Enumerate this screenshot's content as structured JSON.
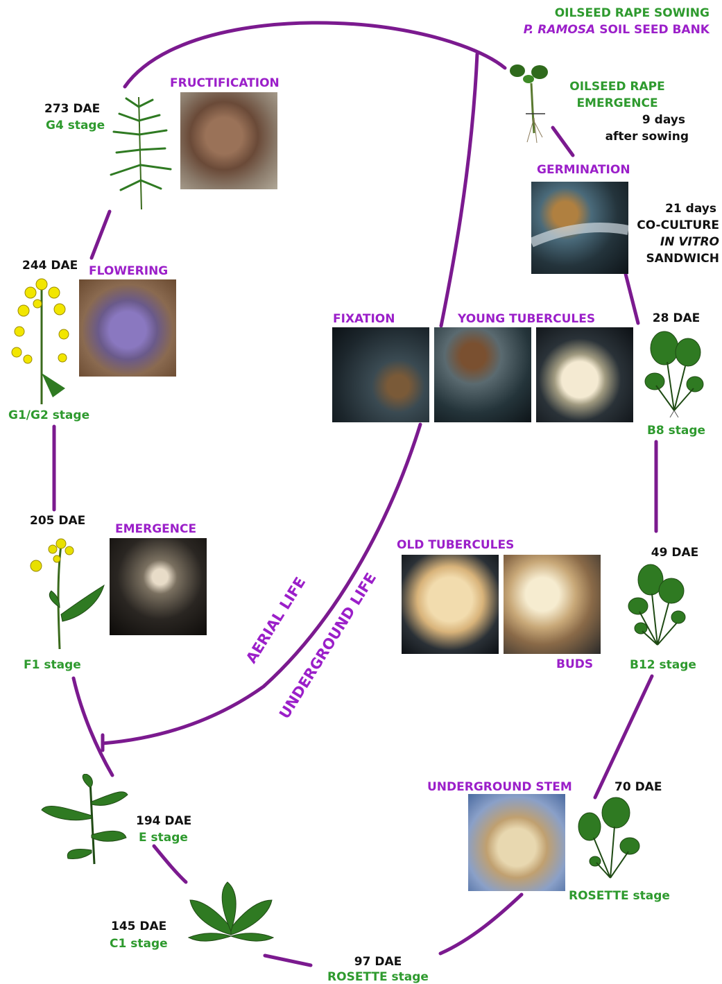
{
  "colors": {
    "cycle_line": "#7b1a8f",
    "stage_title": "#9b1fc9",
    "host_stage": "#2e9a2e",
    "days": "#111111"
  },
  "header": {
    "sowing": "OILSEED RAPE SOWING",
    "seed_bank_italic": "P. RAMOSA",
    "seed_bank_rest": " SOIL SEED BANK"
  },
  "emergence": {
    "line1": "OILSEED RAPE",
    "line2": "EMERGENCE",
    "days": "9 days",
    "after": "after sowing"
  },
  "germination": {
    "title": "GERMINATION",
    "days": "21 days",
    "coculture": "CO-CULTURE",
    "invitro": "IN VITRO",
    "sandwich": "SANDWICH"
  },
  "parasite_stages": {
    "fixation": "FIXATION",
    "young_tubercules": "YOUNG TUBERCULES",
    "old_tubercules": "OLD TUBERCULES",
    "buds": "BUDS",
    "underground_stem": "UNDERGROUND STEM",
    "emergence": "EMERGENCE",
    "flowering": "FLOWERING",
    "fructification": "FRUCTIFICATION"
  },
  "host_stages": [
    {
      "dae": "28 DAE",
      "stage": "B8 stage"
    },
    {
      "dae": "49 DAE",
      "stage": "B12 stage"
    },
    {
      "dae": "70 DAE",
      "stage": "ROSETTE stage"
    },
    {
      "dae": "97 DAE",
      "stage": "ROSETTE stage"
    },
    {
      "dae": "145 DAE",
      "stage": "C1 stage"
    },
    {
      "dae": "194 DAE",
      "stage": "E stage"
    },
    {
      "dae": "205 DAE",
      "stage": "F1 stage"
    },
    {
      "dae": "244 DAE",
      "stage": "G1/G2 stage"
    },
    {
      "dae": "273 DAE",
      "stage": "G4 stage"
    }
  ],
  "life_phases": {
    "aerial": "AERIAL LIFE",
    "underground": "UNDERGROUND LIFE"
  }
}
